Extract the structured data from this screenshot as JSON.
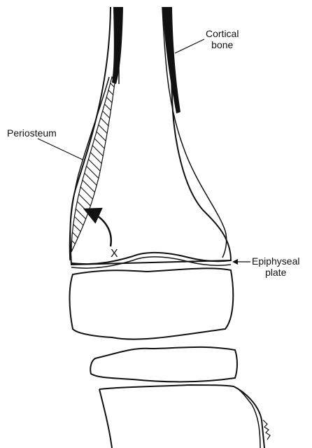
{
  "labels": {
    "cortical_bone": [
      "Cortical",
      "bone"
    ],
    "periosteum": "Periosteum",
    "epiphyseal_plate": [
      "Epiphyseal",
      "plate"
    ],
    "marker_x": "X"
  },
  "colors": {
    "ink": "#111111",
    "background": "#ffffff"
  }
}
